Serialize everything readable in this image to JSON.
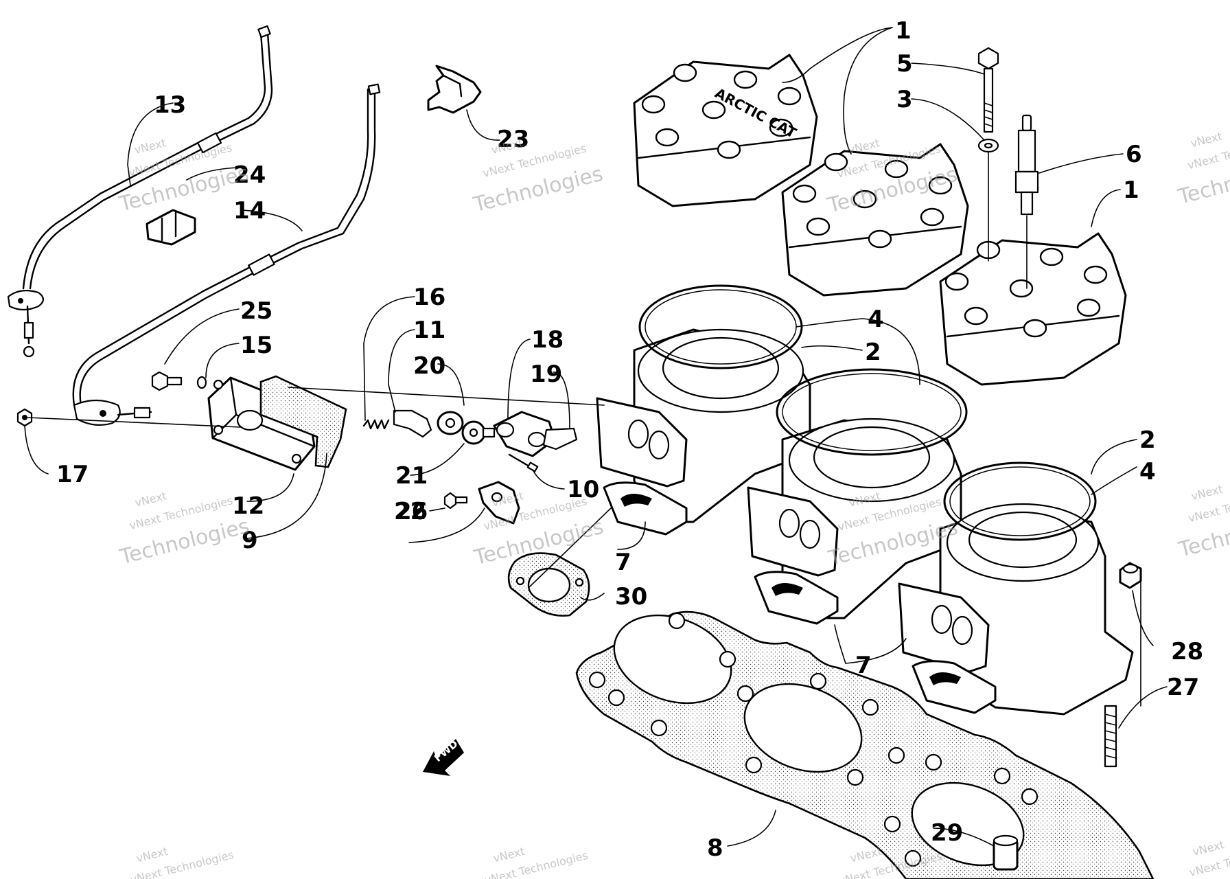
{
  "watermark": {
    "small_text": "vNext Technologies",
    "big_text": "Technologies",
    "top_text": "vNext"
  },
  "fwd_label": "FWD",
  "logo_text": "ARCTIC CAT",
  "callouts": [
    {
      "id": "c1a",
      "label": "1"
    },
    {
      "id": "c1b",
      "label": "1"
    },
    {
      "id": "c2a",
      "label": "2"
    },
    {
      "id": "c2b",
      "label": "2"
    },
    {
      "id": "c3",
      "label": "3"
    },
    {
      "id": "c4a",
      "label": "4"
    },
    {
      "id": "c4b",
      "label": "4"
    },
    {
      "id": "c5",
      "label": "5"
    },
    {
      "id": "c6",
      "label": "6"
    },
    {
      "id": "c7a",
      "label": "7"
    },
    {
      "id": "c7b",
      "label": "7"
    },
    {
      "id": "c8",
      "label": "8"
    },
    {
      "id": "c9",
      "label": "9"
    },
    {
      "id": "c10",
      "label": "10"
    },
    {
      "id": "c11",
      "label": "11"
    },
    {
      "id": "c12",
      "label": "12"
    },
    {
      "id": "c13",
      "label": "13"
    },
    {
      "id": "c14",
      "label": "14"
    },
    {
      "id": "c15",
      "label": "15"
    },
    {
      "id": "c16",
      "label": "16"
    },
    {
      "id": "c17",
      "label": "17"
    },
    {
      "id": "c18",
      "label": "18"
    },
    {
      "id": "c19",
      "label": "19"
    },
    {
      "id": "c20",
      "label": "20"
    },
    {
      "id": "c21",
      "label": "21"
    },
    {
      "id": "c22",
      "label": "22"
    },
    {
      "id": "c23",
      "label": "23"
    },
    {
      "id": "c24",
      "label": "24"
    },
    {
      "id": "c25",
      "label": "25"
    },
    {
      "id": "c26",
      "label": "26"
    },
    {
      "id": "c27",
      "label": "27"
    },
    {
      "id": "c28",
      "label": "28"
    },
    {
      "id": "c29",
      "label": "29"
    },
    {
      "id": "c30",
      "label": "30"
    }
  ]
}
